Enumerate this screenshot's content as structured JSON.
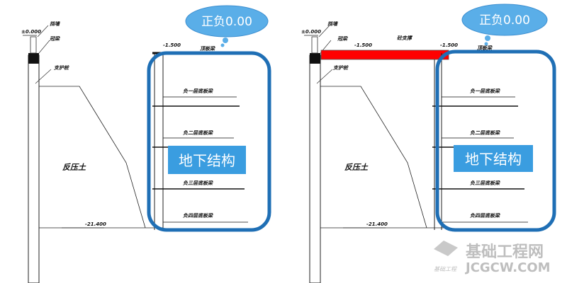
{
  "labels": {
    "retaining_wall": "挡墙",
    "crown_beam": "冠梁",
    "support_pile": "支护桩",
    "roof_beam": "顶板梁",
    "b1": "负一层底板梁",
    "b2": "负二层底板梁",
    "b3": "负三层底板梁",
    "b4": "负四层底板梁",
    "backfill": "反压土",
    "concrete_strut": "砼支撑",
    "elev_0": "±0.000",
    "elev_top": "-1.500",
    "elev_bottom": "-21.400"
  },
  "structure_label": "地下结构",
  "cloud_label": "正负0.00",
  "watermark": {
    "cn": "基础工程网",
    "en": "JCGCW.COM",
    "small": "基础工程"
  },
  "colors": {
    "blue": "#1f6fb5",
    "box": "#3a9de0",
    "strut": "#ff0000",
    "cloud": "#5aaee8"
  }
}
